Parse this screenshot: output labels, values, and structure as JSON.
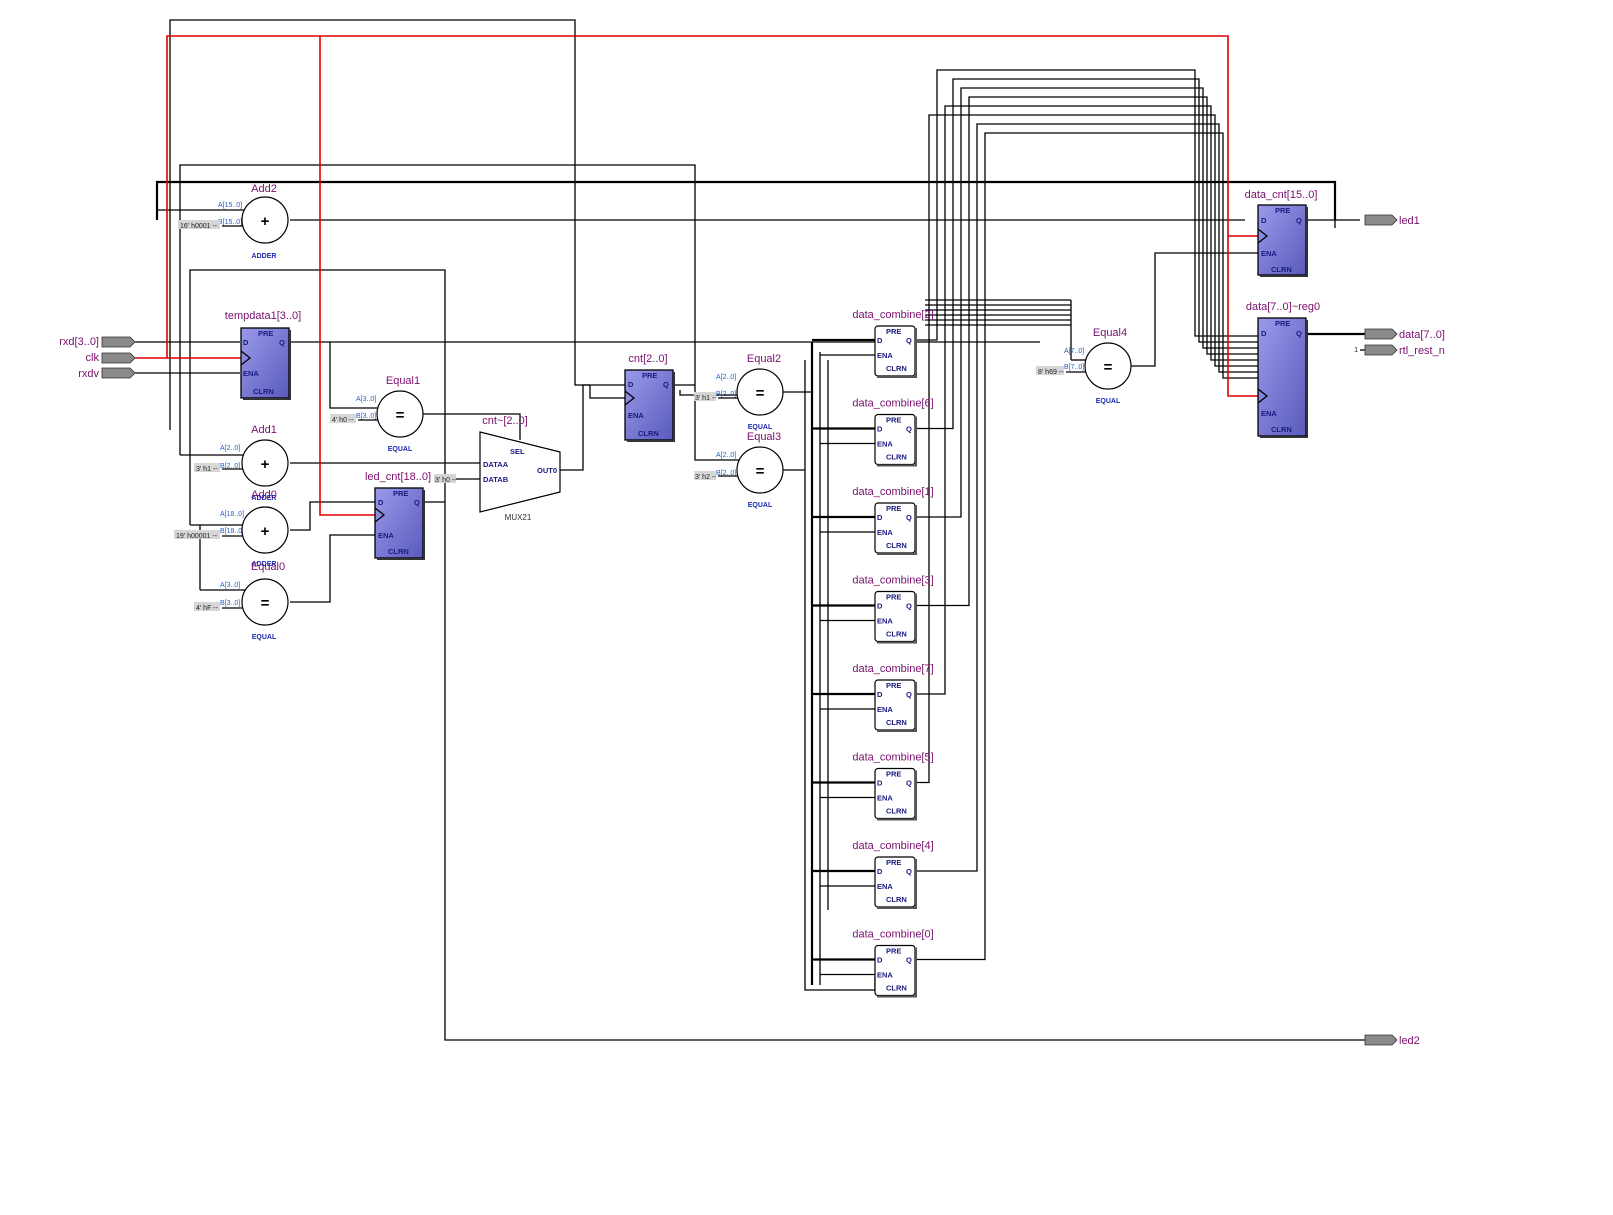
{
  "inputs": [
    {
      "name": "rxd[3..0]",
      "kind": "bus"
    },
    {
      "name": "clk",
      "kind": "clock"
    },
    {
      "name": "rxdv",
      "kind": "signal"
    }
  ],
  "outputs": [
    {
      "name": "led1"
    },
    {
      "name": "data[7..0]"
    },
    {
      "name": "rtl_rest_n",
      "driver": "1"
    },
    {
      "name": "led2"
    }
  ],
  "adders": {
    "add2": {
      "label": "Add2",
      "a": "A[15..0]",
      "b": "B[15..0]",
      "const": "16' h0001 --",
      "op": "+",
      "type": "ADDER"
    },
    "add1": {
      "label": "Add1",
      "a": "A[2..0]",
      "b": "B[2..0]",
      "const": "3' h1 --",
      "op": "+",
      "type": "ADDER"
    },
    "add0": {
      "label": "Add0",
      "a": "A[18..0]",
      "b": "B[18..0]",
      "const": "19' h00001 --",
      "op": "+",
      "type": "ADDER"
    }
  },
  "comparators": {
    "equal0": {
      "label": "Equal0",
      "a": "A[3..0]",
      "b": "B[3..0]",
      "const": "4' hF --",
      "op": "=",
      "type": "EQUAL"
    },
    "equal1": {
      "label": "Equal1",
      "a": "A[3..0]",
      "b": "B[3..0]",
      "const": "4' h0 --",
      "op": "=",
      "type": "EQUAL"
    },
    "equal2": {
      "label": "Equal2",
      "a": "A[2..0]",
      "b": "B[2..0]",
      "const": "3' h1 --",
      "op": "=",
      "type": "EQUAL"
    },
    "equal3": {
      "label": "Equal3",
      "a": "A[2..0]",
      "b": "B[2..0]",
      "const": "3' h2 --",
      "op": "=",
      "type": "EQUAL"
    },
    "equal4": {
      "label": "Equal4",
      "a": "A[7..0]",
      "b": "B[7..0]",
      "const": "8' h69 --",
      "op": "=",
      "type": "EQUAL"
    }
  },
  "mux": {
    "label": "cnt~[2..0]",
    "type": "MUX21",
    "pins": {
      "sel": "SEL",
      "dataa": "DATAA",
      "datab": "DATAB",
      "out": "OUT0"
    },
    "const": "3' h0 --"
  },
  "ff_pins": {
    "pre": "PRE",
    "d": "D",
    "q": "Q",
    "ena": "ENA",
    "clrn": "CLRN"
  },
  "registers": {
    "tempdata1": {
      "label": "tempdata1[3..0]"
    },
    "led_cnt": {
      "label": "led_cnt[18..0]"
    },
    "cnt": {
      "label": "cnt[2..0]"
    },
    "data_cnt": {
      "label": "data_cnt[15..0]"
    },
    "data_reg": {
      "label": "data[7..0]~reg0"
    }
  },
  "data_combine": [
    {
      "label": "data_combine[2]"
    },
    {
      "label": "data_combine[6]"
    },
    {
      "label": "data_combine[1]"
    },
    {
      "label": "data_combine[3]"
    },
    {
      "label": "data_combine[7]"
    },
    {
      "label": "data_combine[5]"
    },
    {
      "label": "data_combine[4]"
    },
    {
      "label": "data_combine[0]"
    }
  ],
  "colors": {
    "register_fill": "#7b7bd6",
    "register_fill_dark": "#3d3d9a",
    "clock_wire": "#e00000",
    "wire": "#000000",
    "label": "#7a0f6e",
    "pin_label": "#1f5fd0",
    "port_fill": "#8a8a8a"
  }
}
